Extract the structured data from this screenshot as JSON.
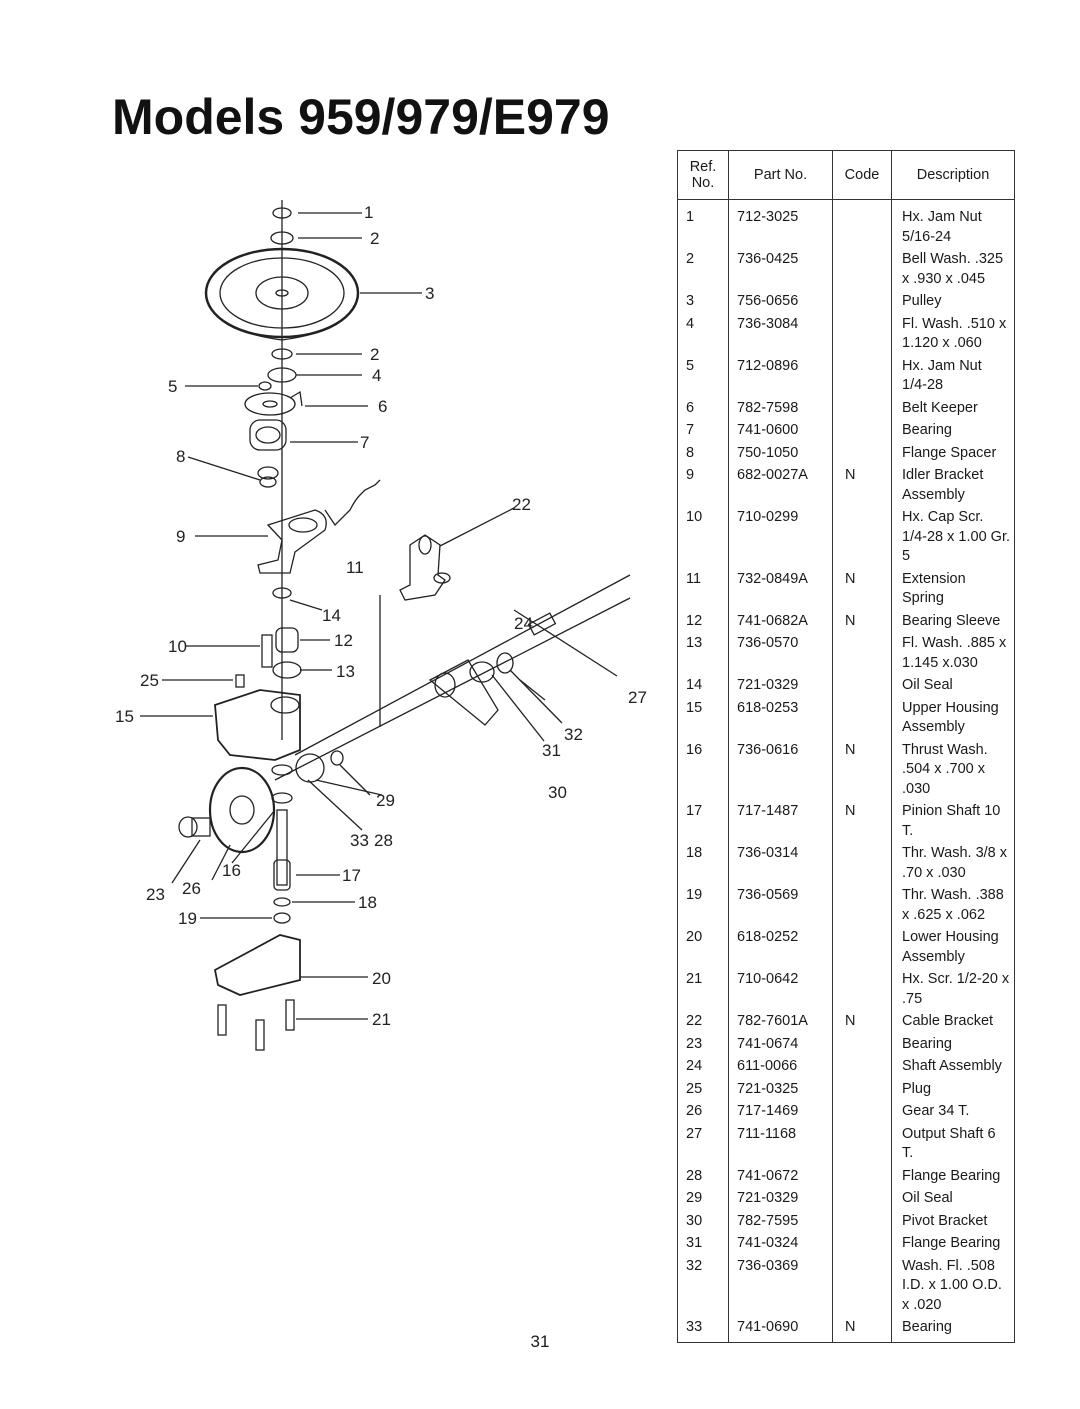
{
  "title": "Models 959/979/E979",
  "page_number": "31",
  "table": {
    "headers": {
      "ref": "Ref. No.",
      "part": "Part No.",
      "code": "Code",
      "desc": "Description"
    },
    "rows": [
      {
        "ref": "1",
        "part": "712-3025",
        "code": "",
        "desc": "Hx. Jam Nut 5/16-24"
      },
      {
        "ref": "2",
        "part": "736-0425",
        "code": "",
        "desc": "Bell Wash. .325 x .930 x .045"
      },
      {
        "ref": "3",
        "part": "756-0656",
        "code": "",
        "desc": "Pulley"
      },
      {
        "ref": "4",
        "part": "736-3084",
        "code": "",
        "desc": "Fl. Wash. .510 x 1.120 x .060"
      },
      {
        "ref": "5",
        "part": "712-0896",
        "code": "",
        "desc": "Hx. Jam Nut 1/4-28"
      },
      {
        "ref": "6",
        "part": "782-7598",
        "code": "",
        "desc": "Belt Keeper"
      },
      {
        "ref": "7",
        "part": "741-0600",
        "code": "",
        "desc": "Bearing"
      },
      {
        "ref": "8",
        "part": "750-1050",
        "code": "",
        "desc": "Flange Spacer"
      },
      {
        "ref": "9",
        "part": "682-0027A",
        "code": "N",
        "desc": "Idler Bracket Assembly"
      },
      {
        "ref": "10",
        "part": "710-0299",
        "code": "",
        "desc": "Hx. Cap Scr. 1/4-28 x 1.00 Gr. 5"
      },
      {
        "ref": "11",
        "part": "732-0849A",
        "code": "N",
        "desc": "Extension Spring"
      },
      {
        "ref": "12",
        "part": "741-0682A",
        "code": "N",
        "desc": "Bearing Sleeve"
      },
      {
        "ref": "13",
        "part": "736-0570",
        "code": "",
        "desc": "Fl. Wash. .885 x 1.145 x.030"
      },
      {
        "ref": "14",
        "part": "721-0329",
        "code": "",
        "desc": "Oil Seal"
      },
      {
        "ref": "15",
        "part": "618-0253",
        "code": "",
        "desc": "Upper Housing Assembly"
      },
      {
        "ref": "16",
        "part": "736-0616",
        "code": "N",
        "desc": "Thrust Wash. .504 x .700 x .030"
      },
      {
        "ref": "17",
        "part": "717-1487",
        "code": "N",
        "desc": "Pinion Shaft 10 T."
      },
      {
        "ref": "18",
        "part": "736-0314",
        "code": "",
        "desc": "Thr. Wash. 3/8 x .70 x .030"
      },
      {
        "ref": "19",
        "part": "736-0569",
        "code": "",
        "desc": "Thr. Wash. .388 x .625 x .062"
      },
      {
        "ref": "20",
        "part": "618-0252",
        "code": "",
        "desc": "Lower Housing Assembly"
      },
      {
        "ref": "21",
        "part": "710-0642",
        "code": "",
        "desc": "Hx. Scr. 1/2-20 x .75"
      },
      {
        "ref": "22",
        "part": "782-7601A",
        "code": "N",
        "desc": "Cable Bracket"
      },
      {
        "ref": "23",
        "part": "741-0674",
        "code": "",
        "desc": "Bearing"
      },
      {
        "ref": "24",
        "part": "611-0066",
        "code": "",
        "desc": "Shaft Assembly"
      },
      {
        "ref": "25",
        "part": "721-0325",
        "code": "",
        "desc": "Plug"
      },
      {
        "ref": "26",
        "part": "717-1469",
        "code": "",
        "desc": "Gear 34 T."
      },
      {
        "ref": "27",
        "part": "711-1168",
        "code": "",
        "desc": "Output Shaft 6 T."
      },
      {
        "ref": "28",
        "part": "741-0672",
        "code": "",
        "desc": "Flange Bearing"
      },
      {
        "ref": "29",
        "part": "721-0329",
        "code": "",
        "desc": "Oil Seal"
      },
      {
        "ref": "30",
        "part": "782-7595",
        "code": "",
        "desc": "Pivot Bracket"
      },
      {
        "ref": "31",
        "part": "741-0324",
        "code": "",
        "desc": "Flange Bearing"
      },
      {
        "ref": "32",
        "part": "736-0369",
        "code": "",
        "desc": "Wash. Fl. .508 I.D. x 1.00 O.D. x .020"
      },
      {
        "ref": "33",
        "part": "741-0690",
        "code": "N",
        "desc": "Bearing"
      }
    ]
  },
  "callouts": [
    "1",
    "2",
    "3",
    "2",
    "4",
    "5",
    "6",
    "7",
    "8",
    "22",
    "9",
    "11",
    "14",
    "24",
    "10",
    "12",
    "13",
    "25",
    "27",
    "15",
    "32",
    "31",
    "29",
    "30",
    "33",
    "28",
    "16",
    "17",
    "23",
    "26",
    "18",
    "19",
    "20",
    "21"
  ]
}
